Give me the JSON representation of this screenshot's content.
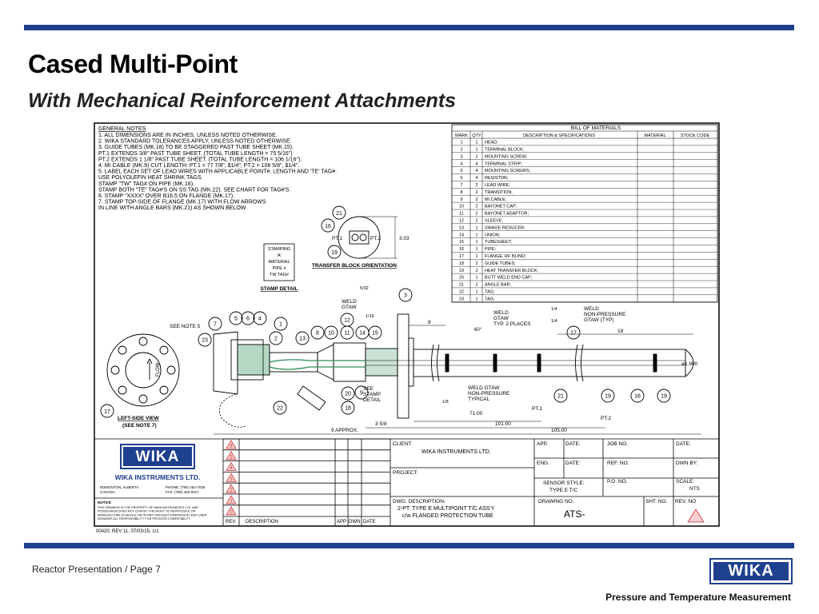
{
  "slide": {
    "title": "Cased Multi-Point",
    "subtitle": "With Mechanical Reinforcement Attachments",
    "footer_left": "Reactor Presentation / Page 7",
    "footer_right": "Pressure and Temperature Measurement",
    "footer_logo": "WIKA",
    "accent_color": "#1f3f8f"
  },
  "notes": {
    "heading": "GENERAL NOTES",
    "lines": [
      "1.  ALL DIMENSIONS ARE IN INCHES, UNLESS NOTED OTHERWISE.",
      "2.  WIKA STANDARD TOLERANCES APPLY, UNLESS NOTED OTHERWISE.",
      "3.  GUIDE TUBES (MK.18) TO BE STAGGERED PAST TUBE SHEET (MK.15).",
      "     PT.1 EXTENDS 3/8\" PAST TUBE SHEET. (TOTAL TUBE LENGTH = 75 5/16\")",
      "     PT.2 EXTENDS 1 1/8\" PAST TUBE SHEET. (TOTAL TUBE LENGTH = 106 1/16\").",
      "4.  MI CABLE (MK.9) CUT LENGTH: PT.1 = 77 7/8\", $1/4\"; PT.2 = 108 5/8\", $1/4\".",
      "5.  LABEL EACH SET OF LEAD WIRES WITH APPLICABLE POINT#, LENGTH AND 'TE' TAG#.",
      "     USE POLYOLEFIN HEAT SHRINK TAGS.",
      "     STAMP \"TW\" TAG# ON PIPE (MK.16).",
      "     STAMP BOTH \"TE\" TAG#'S ON SS TAG (MK.22). SEE CHART FOR TAG#'S.",
      "6.  STAMP \"XXXX\" OVER B16.5 ON FLANGE (MK.17).",
      "7.  STAMP TOP-SIDE OF FLANGE (MK.17) WITH FLOW ARROWS",
      "     IN LINE WITH ANGLE BARS (MK.21) AS SHOWN BELOW."
    ]
  },
  "bom": {
    "title": "BILL OF MATERIALS",
    "headers": [
      "MARK",
      "QTY",
      "DESCRIPTION & SPECIFICATIONS",
      "MATERIAL",
      "STOCK CODE"
    ],
    "rows": [
      [
        "1",
        "1",
        "HEAD;"
      ],
      [
        "2",
        "1",
        "TERMINAL BLOCK;"
      ],
      [
        "3",
        "2",
        "MOUNTING SCREW;"
      ],
      [
        "4",
        "4",
        "TERMINAL STRIP;"
      ],
      [
        "5",
        "4",
        "MOUNTING SCREWS;"
      ],
      [
        "6",
        "4",
        "RESISTOR;"
      ],
      [
        "7",
        "2",
        "LEAD WIRE;"
      ],
      [
        "8",
        "2",
        "TRANSITION;"
      ],
      [
        "9",
        "2",
        "MI CABLE;"
      ],
      [
        "10",
        "2",
        "BAYONET CAP;"
      ],
      [
        "11",
        "2",
        "BAYONET ADAPTOR;"
      ],
      [
        "12",
        "2",
        "SLEEVE;"
      ],
      [
        "13",
        "1",
        "SWAGE REDUCER;"
      ],
      [
        "14",
        "1",
        "UNION;"
      ],
      [
        "15",
        "1",
        "TUBESHEET;"
      ],
      [
        "16",
        "1",
        "PIPE;"
      ],
      [
        "17",
        "1",
        "FLANGE, RF BLIND;"
      ],
      [
        "18",
        "2",
        "GUIDE TUBES;"
      ],
      [
        "19",
        "2",
        "HEAT TRANSFER BLOCK;"
      ],
      [
        "20",
        "1",
        "BUTT WELD END CAP;"
      ],
      [
        "21",
        "2",
        "ANGLE BAR;"
      ],
      [
        "22",
        "1",
        "TAG;"
      ],
      [
        "23",
        "1",
        "TAG;"
      ]
    ]
  },
  "labels": {
    "transfer_block": "TRANSFER BLOCK ORIENTATION",
    "pt1": "PT.1",
    "pt2": "PT.2",
    "dim_303": "3.03",
    "stamping": [
      "STAMPING",
      "'A'",
      "MATERIAL",
      "PIPE #",
      "TW TAG#"
    ],
    "stamp_detail": "STAMP DETAIL",
    "see_note_5": "SEE NOTE 5",
    "weld_gtaw": [
      "WELD",
      "GTAW"
    ],
    "frac_5_32": "5/32",
    "frac_1_16": "1/16",
    "weld_gtaw_typ": [
      "WELD",
      "GTAW",
      "TYP. 2 PLACES"
    ],
    "weld_non_pressure": [
      "WELD",
      "NON-PRESSURE",
      "GTAW (TYP)"
    ],
    "frac_1_4a": "1/4",
    "frac_1_4b": "1/4",
    "deg60": "60°",
    "dim_8": "8",
    "dim_18": "18",
    "dim_1900": "ø1.900",
    "flow": "FLOW",
    "see_stamp": [
      "SEE",
      "STAMP",
      "DETAIL"
    ],
    "weld_gtaw_np": [
      "WELD GTAW",
      "NON-PRESSURE",
      "TYPICAL"
    ],
    "frac_1_8": "1/8",
    "dim_71": "71.00",
    "dim_101": "101.00",
    "dim_105": "105.00",
    "dim_358": "3 5/8",
    "dim_9": "9 APPROX.",
    "left_side_view": "LEFT-SIDE VIEW",
    "see_note_7": "(SEE NOTE 7)",
    "balloons": [
      "21",
      "16",
      "19",
      "5",
      "6",
      "4",
      "1",
      "7",
      "23",
      "8",
      "10",
      "11",
      "14",
      "15",
      "2",
      "13",
      "12",
      "3",
      "17",
      "21",
      "19",
      "16",
      "19",
      "20",
      "9",
      "18",
      "22",
      "4",
      "17"
    ]
  },
  "titleblock": {
    "logo": "WIKA",
    "company": "WIKA INSTRUMENTS LTD.",
    "address": [
      "EDMONTON, ALBERTA",
      "CANADA"
    ],
    "phone": [
      "PHONE: (780) 463-7035",
      "FAX: (780) 462-0017"
    ],
    "notice_heading": "NOTICE",
    "notice": "THIS DRAWING IS THE PROPERTY OF WIKA INSTRUMENTS LTD. AND POSSESSION DOES NOT CONVEY THE RIGHT TO REPRODUCE OR MANUFACTURE IN WHOLE OR IN PART WITHOUT PERMISSION. END USER ASSUMES ALL RESPONSIBILITY FOR PROCESS COMPATIBILITY",
    "rev_digits": [
      "6",
      "5",
      "4",
      "3",
      "2",
      "1",
      "0"
    ],
    "rev_headers": [
      "REV.",
      "DESCRIPTION",
      "APP",
      "DWN",
      "DATE"
    ],
    "client_label": "CLIENT:",
    "client": "WIKA INSTRUMENTS LTD.",
    "project_label": "PROJECT:",
    "dwg_desc_label": "DWG. DESCRIPTION:",
    "dwg_desc": [
      "2-PT. TYPE E MULTIPOINT T/C ASS'Y",
      "c/w FLANGED PROTECTION TUBE"
    ],
    "app": "APP.",
    "eng": "ENG.",
    "date": "DATE:",
    "sensor_style_label": "SENSOR STYLE:",
    "sensor_style": "TYPE E T/C",
    "job_no": "JOB NO.",
    "ref_no": "REF. NO.",
    "po_no": "P.O. NO.",
    "date2": "DATE:",
    "dwn_by": "DWN BY:",
    "scale": "SCALE:",
    "nts": "NTS",
    "drawing_no_label": "DRAWING NO.",
    "drawing_no": "ATS-",
    "sht_no": "SHT. NO.",
    "rev_no": "REV. NO",
    "footer_code": "00420, REV 11, 07/03/15, 1/1"
  }
}
